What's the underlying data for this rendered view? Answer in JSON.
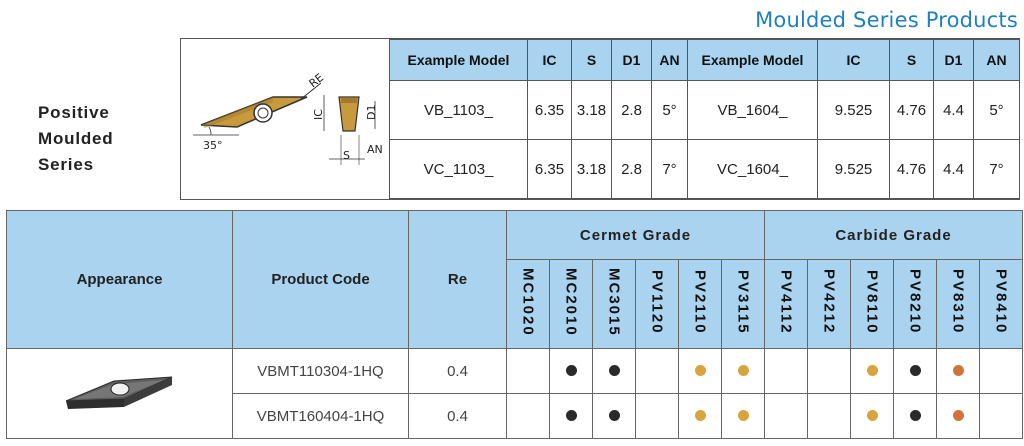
{
  "header": {
    "title": "Moulded Series Products"
  },
  "side_title": {
    "line1": "Positive",
    "line2": "Moulded",
    "line3": "Series"
  },
  "diagram": {
    "label_re": "RE",
    "label_ic": "IC",
    "label_d1": "D1",
    "label_s": "S",
    "label_an": "AN",
    "label_angle": "35°"
  },
  "example_table": {
    "headers": [
      "Example Model",
      "IC",
      "S",
      "D1",
      "AN",
      "Example Model",
      "IC",
      "S",
      "D1",
      "AN"
    ],
    "rows": [
      [
        "VB_1103_",
        "6.35",
        "3.18",
        "2.8",
        "5°",
        "VB_1604_",
        "9.525",
        "4.76",
        "4.4",
        "5°"
      ],
      [
        "VC_1103_",
        "6.35",
        "3.18",
        "2.8",
        "7°",
        "VC_1604_",
        "9.525",
        "4.76",
        "4.4",
        "7°"
      ]
    ]
  },
  "grade_table": {
    "appearance_header": "Appearance",
    "product_code_header": "Product Code",
    "re_header": "Re",
    "cermet_header": "Cermet Grade",
    "carbide_header": "Carbide Grade",
    "grades": [
      "MC1020",
      "MC2010",
      "MC3015",
      "PV1120",
      "PV2110",
      "PV3115",
      "PV4112",
      "PV4212",
      "PV8110",
      "PV8210",
      "PV8310",
      "PV8410"
    ],
    "rows": [
      {
        "code": "VBMT110304-1HQ",
        "re": "0.4",
        "marks": [
          "",
          "black",
          "black",
          "",
          "gold",
          "gold",
          "",
          "",
          "gold",
          "black",
          "orange",
          ""
        ]
      },
      {
        "code": "VBMT160404-1HQ",
        "re": "0.4",
        "marks": [
          "",
          "black",
          "black",
          "",
          "gold",
          "gold",
          "",
          "",
          "gold",
          "black",
          "orange",
          ""
        ]
      }
    ]
  }
}
